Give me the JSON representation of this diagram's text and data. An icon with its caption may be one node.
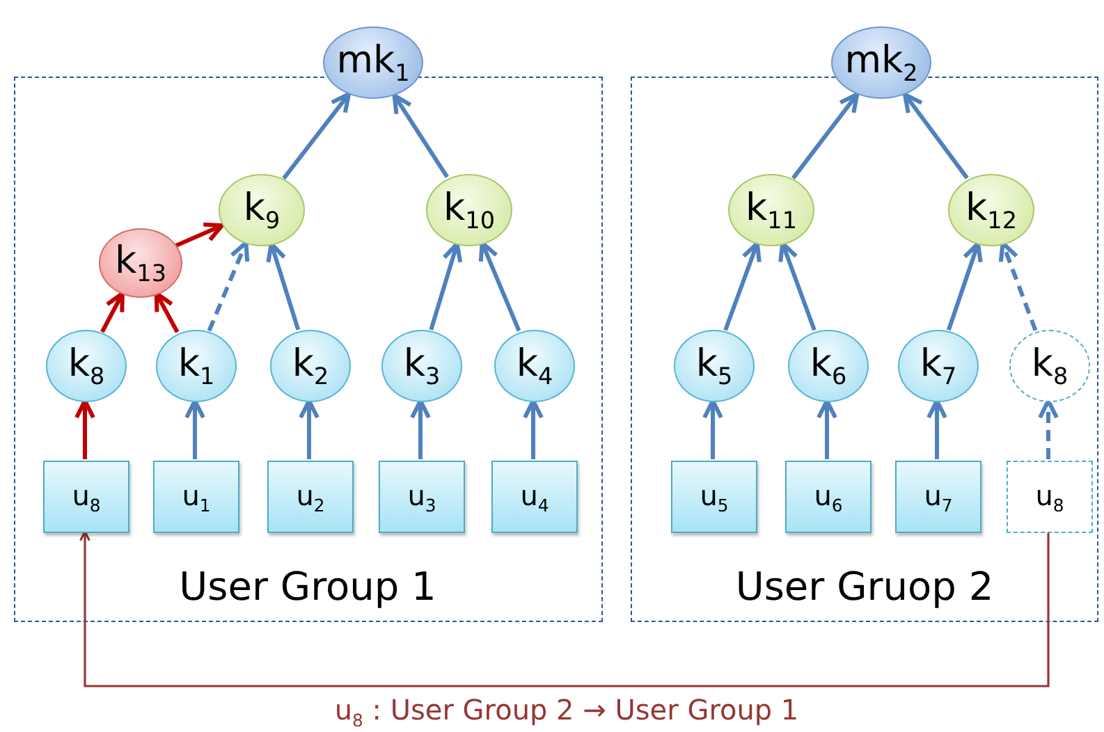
{
  "diagram": {
    "nodes": [
      {
        "text": [
          "User Group 1"
        ]
      },
      {
        "text": [
          "mk$_{1}$"
        ]
      },
      {
        "text": [
          "k$_{9}$"
        ],
        "in": 0
      },
      {
        "text": [
          "k$_{10}$"
        ],
        "in": 0
      },
      {
        "text": [
          "k$_{13}$"
        ],
        "in": 0
      },
      {
        "text": [
          "k$_{8}$"
        ],
        "in": 0
      },
      {
        "text": [
          "k$_{1}$"
        ],
        "in": 0
      },
      {
        "text": [
          "k$_{2}$"
        ],
        "in": 0
      },
      {
        "text": [
          "k$_{3}$"
        ],
        "in": 0
      },
      {
        "text": [
          "k$_{4}$"
        ],
        "in": 0
      },
      {
        "text": [
          "u$_{8}$"
        ],
        "in": 0
      },
      {
        "text": [
          "u$_{1}$"
        ],
        "in": 0
      },
      {
        "text": [
          "u$_{2}$"
        ],
        "in": 0
      },
      {
        "text": [
          "u$_{3}$"
        ],
        "in": 0
      },
      {
        "text": [
          "u$_{4}$"
        ],
        "in": 0
      },
      {
        "text": [
          "User Gruop 2"
        ]
      },
      {
        "text": [
          "mk$_{2}$"
        ]
      },
      {
        "text": [
          "k$_{11}$"
        ],
        "in": 15
      },
      {
        "text": [
          "k$_{12}$"
        ],
        "in": 15
      },
      {
        "text": [
          "k$_{5}$"
        ],
        "in": 15
      },
      {
        "text": [
          "k$_{6}$"
        ],
        "in": 15
      },
      {
        "text": [
          "k$_{7}$"
        ],
        "in": 15
      },
      {
        "text": [
          "k$_{8}$"
        ],
        "in": 15
      },
      {
        "text": [
          "u$_{5}$"
        ],
        "in": 15
      },
      {
        "text": [
          "u$_{6}$"
        ],
        "in": 15
      },
      {
        "text": [
          "u$_{7}$"
        ],
        "in": 15
      },
      {
        "text": [
          "u$_{8}$"
        ],
        "in": 15
      }
    ],
    "edges": [
      {
        "from": 2,
        "to": 1,
        "arrow": "to"
      },
      {
        "from": 3,
        "to": 1,
        "arrow": "to"
      },
      {
        "from": 4,
        "to": 2,
        "arrow": "to",
        "color": "#c00000"
      },
      {
        "from": 5,
        "to": 4,
        "arrow": "to",
        "color": "#c00000"
      },
      {
        "from": 6,
        "to": 4,
        "arrow": "to",
        "color": "#c00000"
      },
      {
        "from": 6,
        "to": 2,
        "arrow": "to",
        "style": "dashed"
      },
      {
        "from": 7,
        "to": 2,
        "arrow": "to"
      },
      {
        "from": 8,
        "to": 3,
        "arrow": "to"
      },
      {
        "from": 9,
        "to": 3,
        "arrow": "to"
      },
      {
        "from": 10,
        "to": 5,
        "arrow": "to",
        "color": "#c00000"
      },
      {
        "from": 11,
        "to": 6,
        "arrow": "to"
      },
      {
        "from": 12,
        "to": 7,
        "arrow": "to"
      },
      {
        "from": 13,
        "to": 8,
        "arrow": "to"
      },
      {
        "from": 14,
        "to": 9,
        "arrow": "to"
      },
      {
        "from": 17,
        "to": 16,
        "arrow": "to"
      },
      {
        "from": 18,
        "to": 16,
        "arrow": "to"
      },
      {
        "from": 19,
        "to": 17,
        "arrow": "to"
      },
      {
        "from": 20,
        "to": 17,
        "arrow": "to"
      },
      {
        "from": 21,
        "to": 18,
        "arrow": "to"
      },
      {
        "from": 22,
        "to": 18,
        "arrow": "to",
        "style": "dashed"
      },
      {
        "from": 23,
        "to": 19,
        "arrow": "to"
      },
      {
        "from": 24,
        "to": 20,
        "arrow": "to"
      },
      {
        "from": 25,
        "to": 21,
        "arrow": "to"
      },
      {
        "from": 26,
        "to": 22,
        "arrow": "to",
        "style": "dashed"
      },
      {
        "from": 26,
        "to": 10,
        "arrow": "to",
        "color": "#953735",
        "label": "u$_{8}$ : User Group 2 → User Group 1"
      }
    ]
  }
}
